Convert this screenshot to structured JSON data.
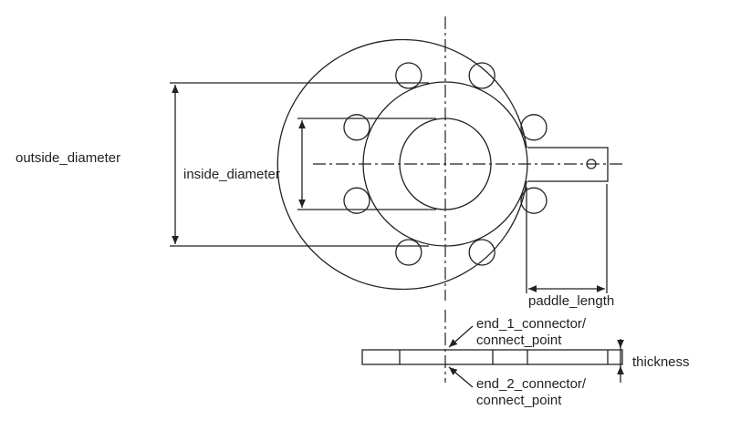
{
  "labels": {
    "outside_diameter": "outside_diameter",
    "inside_diameter": "inside_diameter",
    "paddle_length": "paddle_length",
    "end_1_line1": "end_1_connector/",
    "end_1_line2": "connect_point",
    "end_2_line1": "end_2_connector/",
    "end_2_line2": "connect_point",
    "thickness": "thickness"
  },
  "colors": {
    "line": "#222222",
    "background": "#ffffff"
  },
  "bolt_hole_count": 8
}
